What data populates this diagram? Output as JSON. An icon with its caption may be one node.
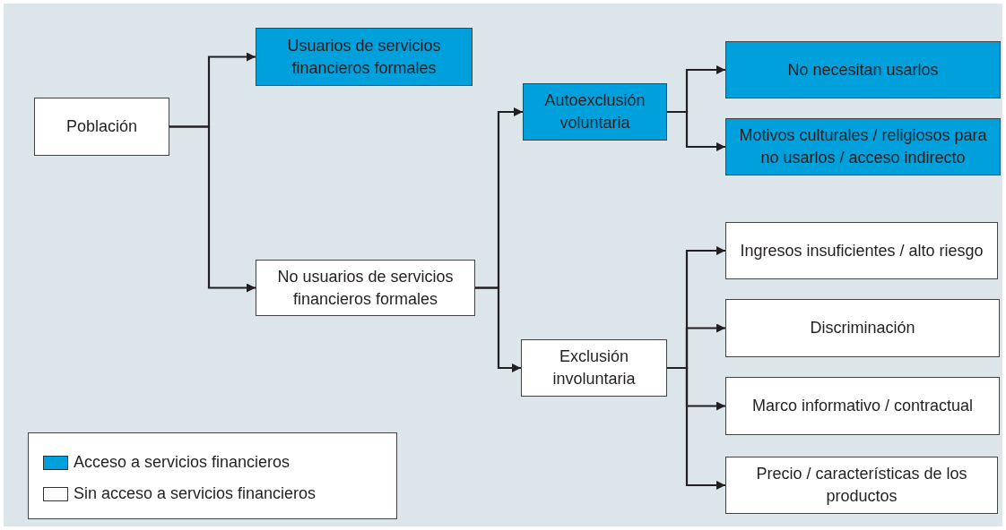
{
  "diagram": {
    "nodes": [
      {
        "text": [
          "Población"
        ]
      },
      {
        "text": [
          "Usuarios de servicios financieros formales"
        ]
      },
      {
        "text": [
          "No usuarios de servicios financieros formales"
        ]
      },
      {
        "text": [
          "Autoexclusión voluntaria"
        ]
      },
      {
        "text": [
          "Exclusión involuntaria"
        ]
      },
      {
        "text": [
          "No necesitan usarlos"
        ]
      },
      {
        "text": [
          "Motivos culturales / religiosos para no usarlos / acceso indirecto"
        ]
      },
      {
        "text": [
          "Ingresos insuficientes / alto riesgo"
        ]
      },
      {
        "text": [
          "Discriminación"
        ]
      },
      {
        "text": [
          "Marco informativo / contractual"
        ]
      },
      {
        "text": [
          "Precio / características de los productos"
        ]
      }
    ],
    "edges": [
      {
        "from": 0,
        "to": 1,
        "arrow": "to"
      },
      {
        "from": 0,
        "to": 2,
        "arrow": "to"
      },
      {
        "from": 2,
        "to": 3,
        "arrow": "to"
      },
      {
        "from": 2,
        "to": 4,
        "arrow": "to"
      },
      {
        "from": 3,
        "to": 5,
        "arrow": "to"
      },
      {
        "from": 3,
        "to": 6,
        "arrow": "to"
      },
      {
        "from": 4,
        "to": 7,
        "arrow": "to"
      },
      {
        "from": 4,
        "to": 8,
        "arrow": "to"
      },
      {
        "from": 4,
        "to": 9,
        "arrow": "to"
      },
      {
        "from": 4,
        "to": 10,
        "arrow": "to"
      }
    ],
    "legend": [
      {
        "text": "Acceso a servicios financieros",
        "color": "#00a0dc"
      },
      {
        "text": "Sin acceso a servicios financieros",
        "color": "#ffffff"
      }
    ]
  }
}
